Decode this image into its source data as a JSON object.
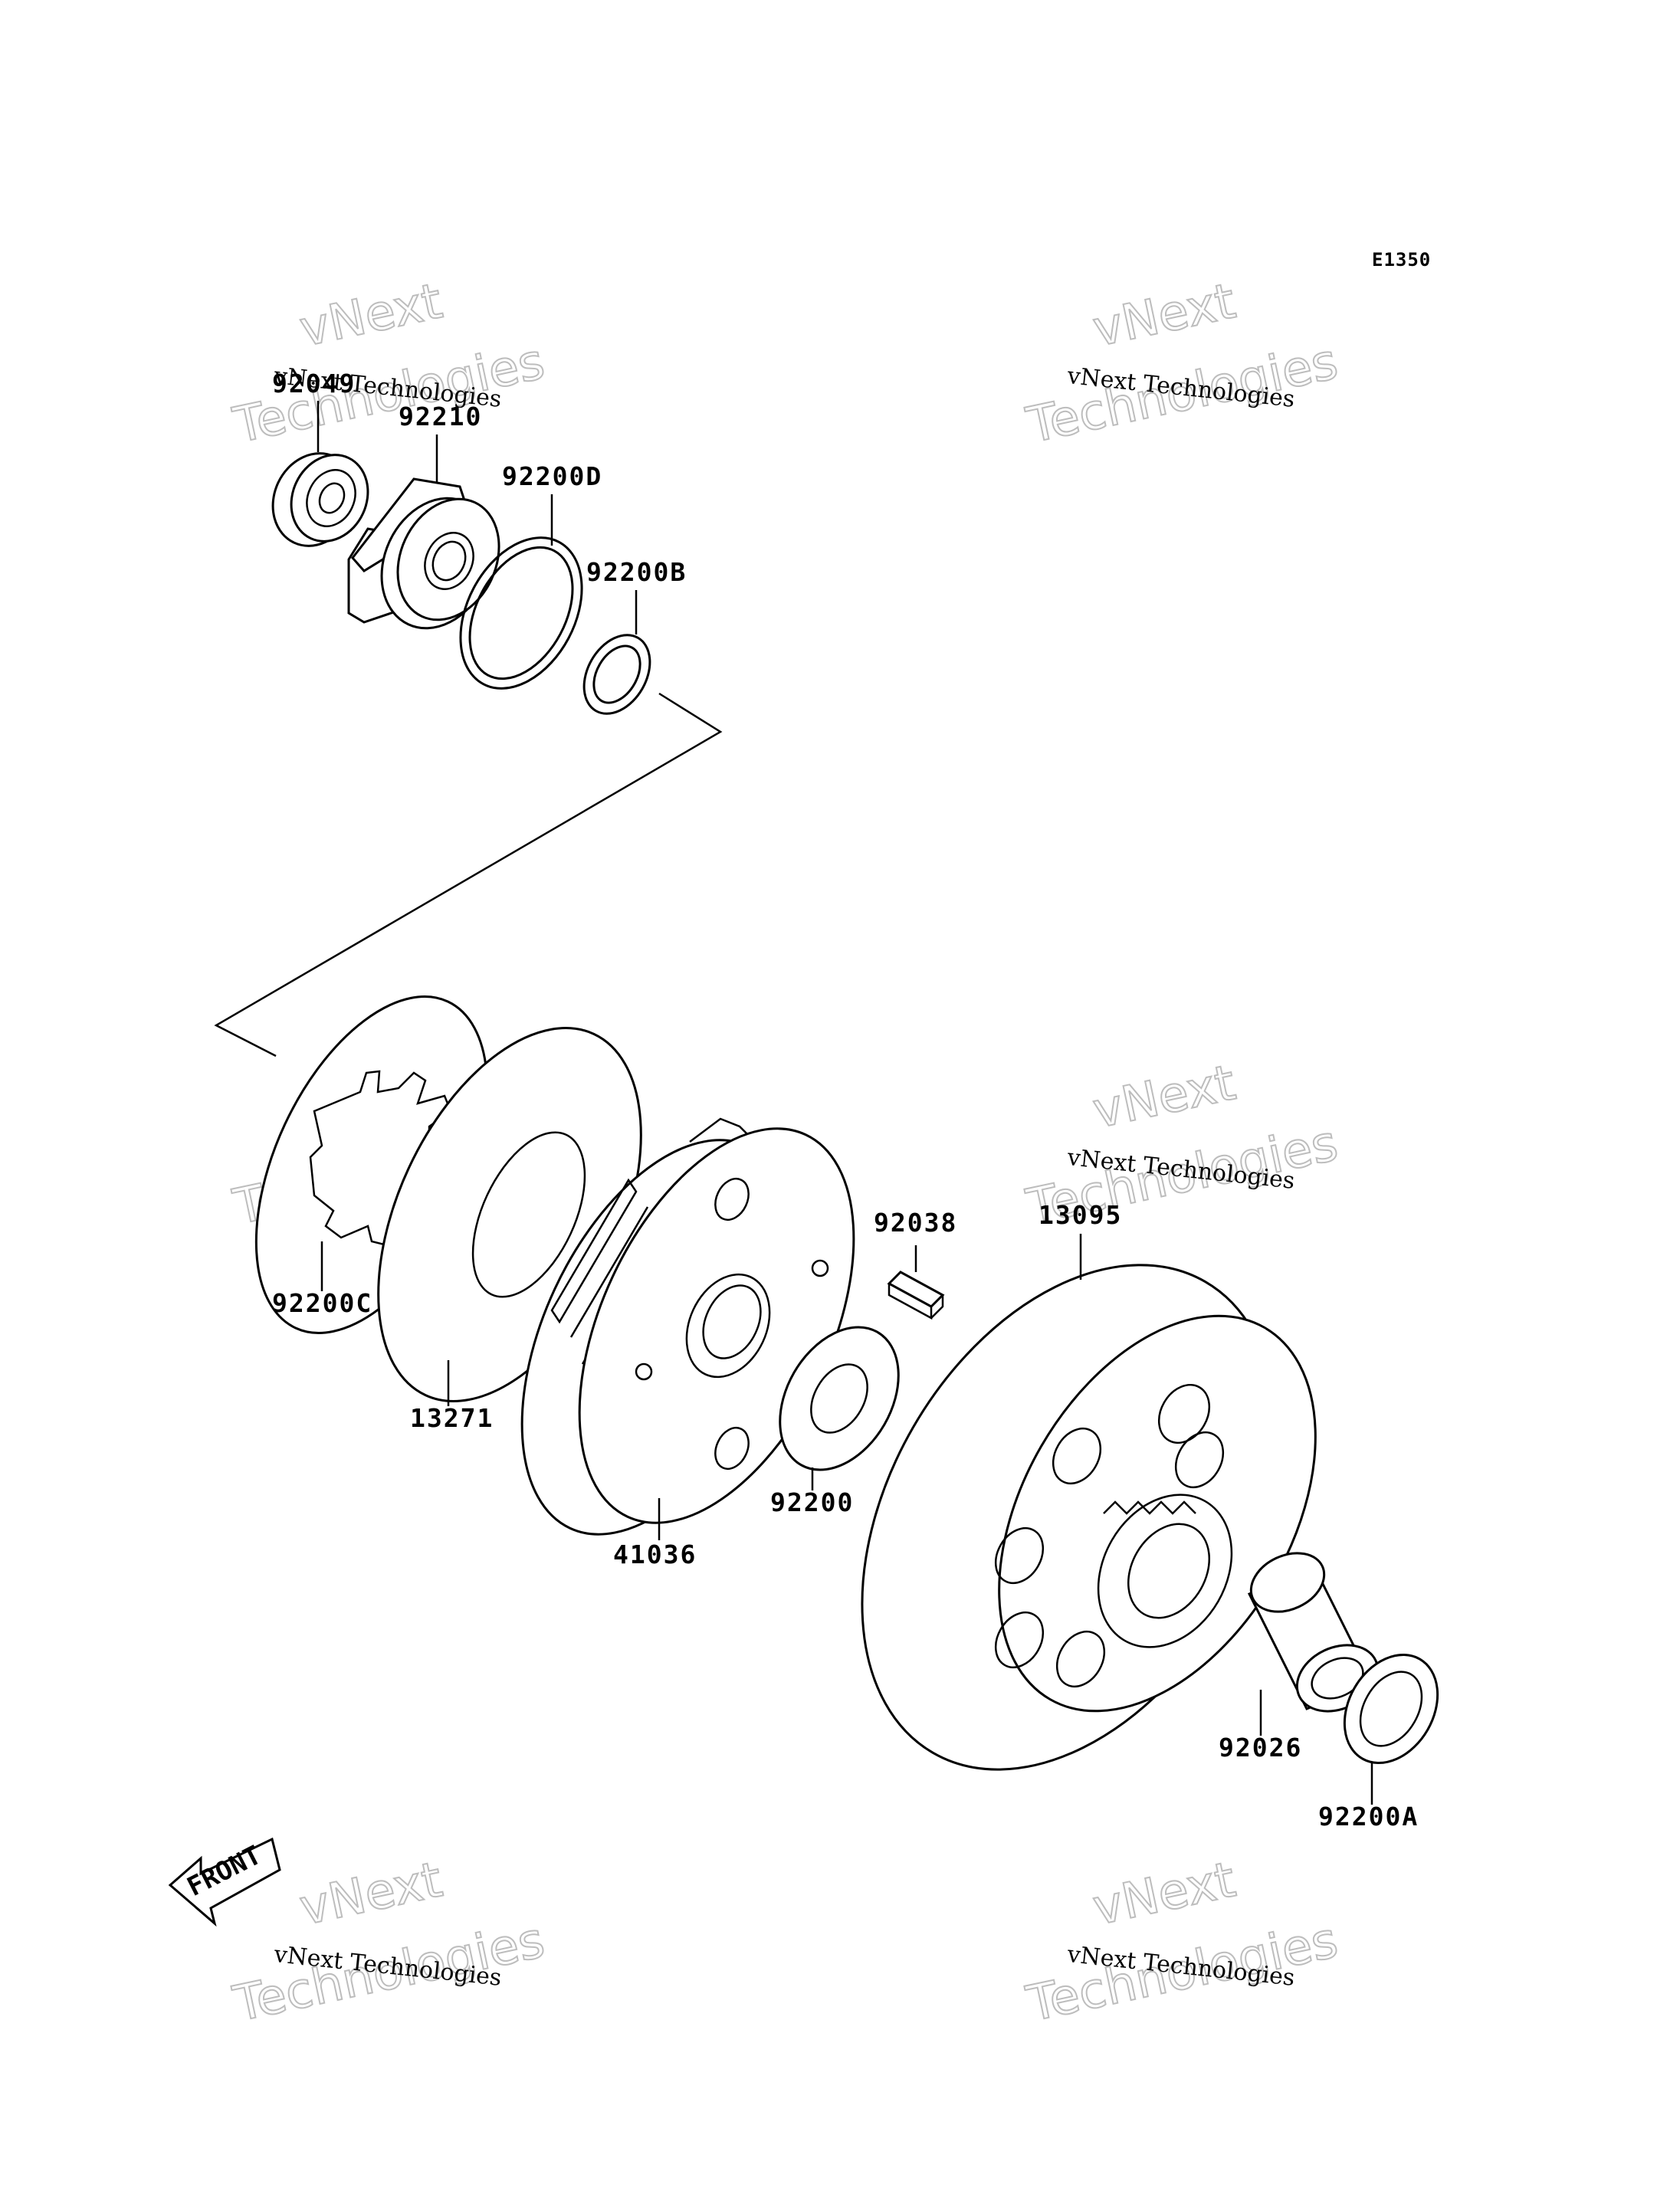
{
  "diagram": {
    "code": "E1350",
    "front_label": "FRONT",
    "parts": [
      {
        "number": "92049"
      },
      {
        "number": "92210"
      },
      {
        "number": "92200D"
      },
      {
        "number": "92200B"
      },
      {
        "number": "92200C"
      },
      {
        "number": "13271"
      },
      {
        "number": "41036"
      },
      {
        "number": "92038"
      },
      {
        "number": "92200"
      },
      {
        "number": "13095"
      },
      {
        "number": "92026"
      },
      {
        "number": "92200A"
      }
    ]
  },
  "watermark": {
    "line1": "vNext",
    "line2": "vNext Technologies",
    "line3": "Technologies"
  }
}
